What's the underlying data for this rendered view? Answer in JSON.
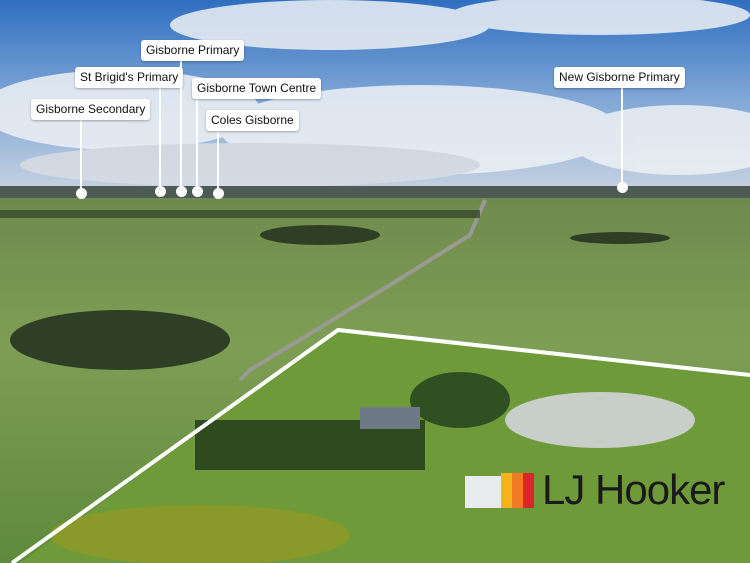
{
  "labels": [
    {
      "text": "Gisborne Secondary"
    },
    {
      "text": "St Brigid's Primary"
    },
    {
      "text": "Gisborne Primary"
    },
    {
      "text": "Gisborne Town Centre"
    },
    {
      "text": "Coles Gisborne"
    },
    {
      "text": "New Gisborne Primary"
    }
  ],
  "logo": {
    "text": "LJ Hooker",
    "colors": [
      "#f6b21b",
      "#f07b22",
      "#d9262b"
    ]
  }
}
